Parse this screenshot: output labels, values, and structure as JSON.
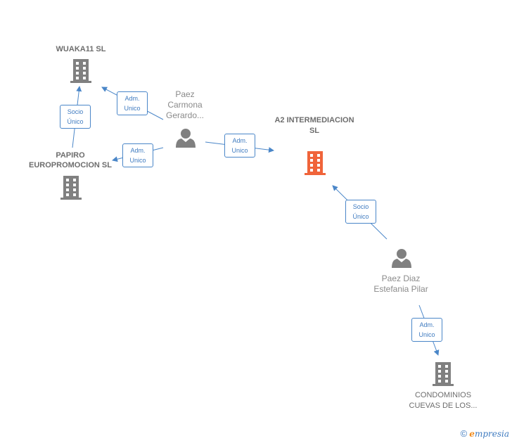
{
  "colors": {
    "edge": "#4a86c8",
    "building": "#808080",
    "highlight": "#f0643a",
    "person": "#808080"
  },
  "nodes": {
    "wuaka": {
      "label": "WUAKA11  SL"
    },
    "papiro": {
      "label": "PAPIRO EUROPROMOCION SL"
    },
    "carmona": {
      "label": "Paez Carmona Gerardo..."
    },
    "a2": {
      "label": "A2 INTERMEDIACION SL"
    },
    "estefania": {
      "label": "Paez Diaz Estefania Pilar"
    },
    "condominios": {
      "label": "CONDOMINIOS CUEVAS DE LOS..."
    }
  },
  "edges": {
    "papiro_wuaka": {
      "line1": "Socio",
      "line2": "Único"
    },
    "carmona_wuaka": {
      "line1": "Adm.",
      "line2": "Unico"
    },
    "carmona_papiro": {
      "line1": "Adm.",
      "line2": "Unico"
    },
    "carmona_a2": {
      "line1": "Adm.",
      "line2": "Unico"
    },
    "estefania_a2": {
      "line1": "Socio",
      "line2": "Único"
    },
    "estefania_condominios": {
      "line1": "Adm.",
      "line2": "Unico"
    }
  },
  "footer": {
    "copyright": "©",
    "brand_initial": "e",
    "brand_rest": "mpresia"
  }
}
